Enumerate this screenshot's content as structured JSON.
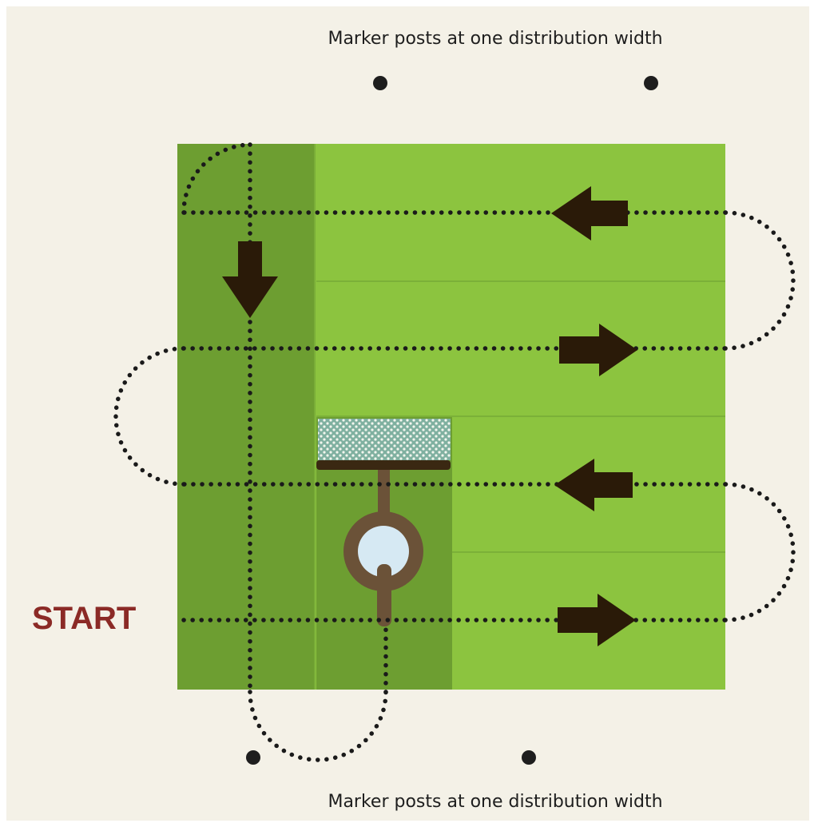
{
  "labels": {
    "top_marker_caption": "Marker posts at one distribution width",
    "bottom_marker_caption": "Marker posts at one distribution width",
    "start_label": "START"
  },
  "colors": {
    "background": "#f4f1e7",
    "field_light": "#8cc43f",
    "field_dark": "#6d9e31",
    "stripe_line": "#7bb038",
    "arrow": "#2a1a08",
    "path_dots": "#1a1a1a",
    "spreader_brown": "#6b5238",
    "spreader_window": "#d6e9f3",
    "start_red": "#8b2a26"
  },
  "icons": {
    "marker_post": "marker-post-dot",
    "direction_arrow": "direction-arrow",
    "spreader": "spreader-icon"
  }
}
